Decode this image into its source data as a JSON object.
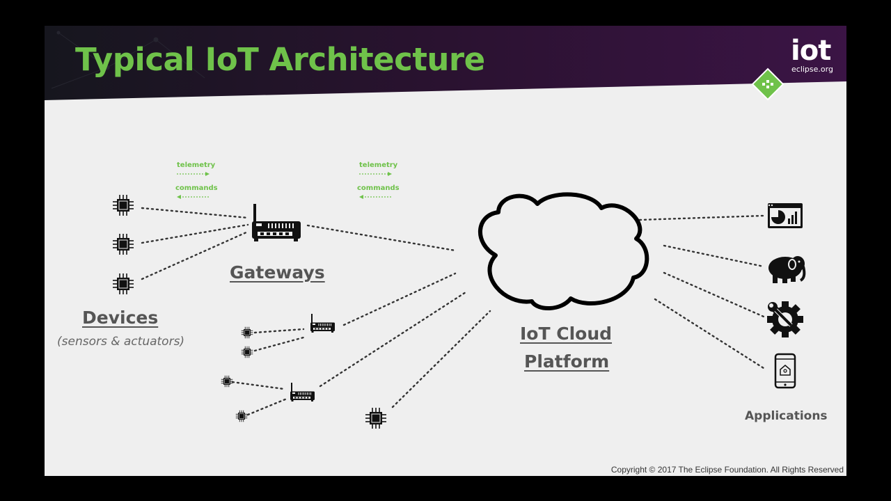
{
  "slide": {
    "title": "Typical IoT Architecture",
    "logo": {
      "main": "iot",
      "sub": "eclipse.org"
    },
    "copyright": "Copyright © 2017 The Eclipse Foundation. All Rights Reserved"
  },
  "diagram": {
    "devices_label": "Devices",
    "devices_caption": "(sensors & actuators)",
    "gateways_label": "Gateways",
    "cloud_label_line1": "IoT Cloud",
    "cloud_label_line2": "Platform",
    "applications_label": "Applications",
    "flows": [
      {
        "telemetry": "telemetry",
        "commands": "commands"
      },
      {
        "telemetry": "telemetry",
        "commands": "commands"
      }
    ],
    "application_icons": [
      "dashboard-icon",
      "elephant-icon",
      "gear-wrench-icon",
      "smartphone-icon"
    ],
    "colors": {
      "accent_green": "#6fc24a",
      "banner_purple": "#3a1540",
      "text_gray": "#555555"
    }
  }
}
